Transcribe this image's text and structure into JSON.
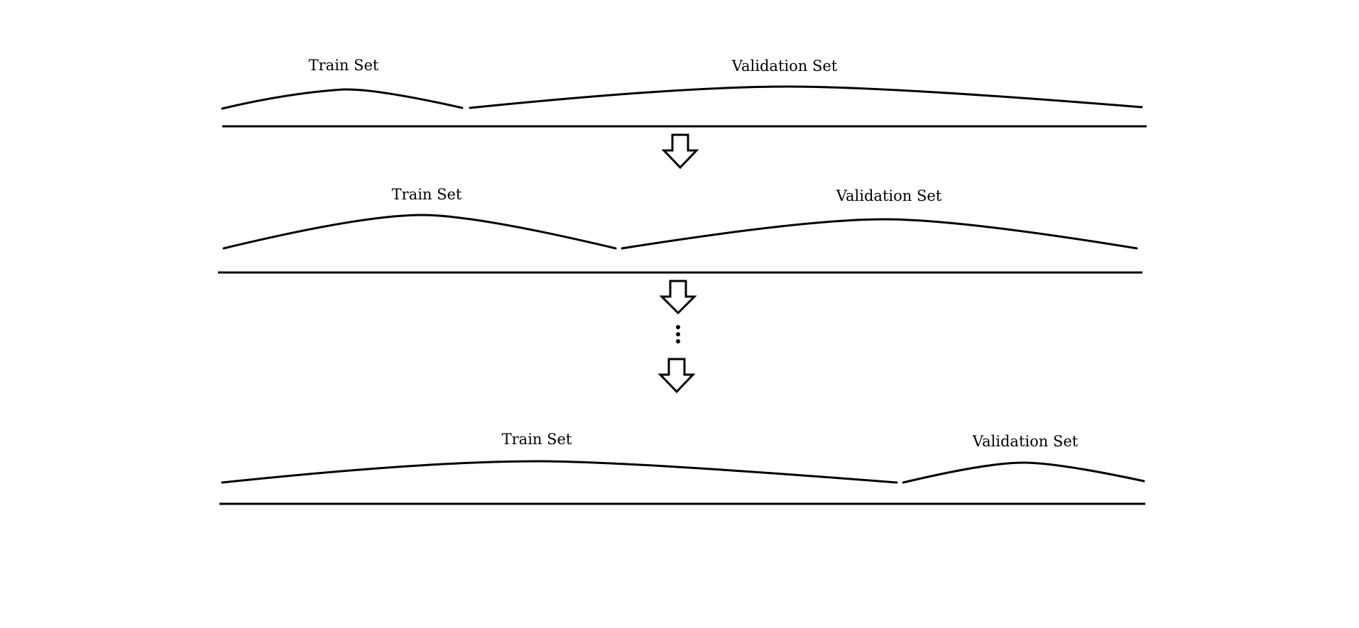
{
  "diagram": {
    "rows": [
      {
        "train_label": "Train Set",
        "validation_label": "Validation Set"
      },
      {
        "train_label": "Train Set",
        "validation_label": "Validation Set"
      },
      {
        "train_label": "Train Set",
        "validation_label": "Validation Set"
      }
    ],
    "colors": {
      "stroke": "#000000",
      "background": "#ffffff"
    }
  }
}
